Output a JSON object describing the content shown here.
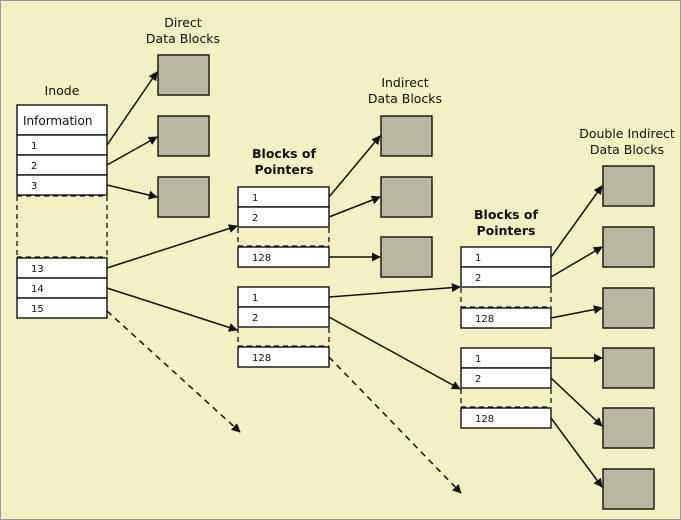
{
  "labels": {
    "direct_line1": "Direct",
    "direct_line2": "Data Blocks",
    "inode": "Inode",
    "bop1_line1": "Blocks of",
    "bop1_line2": "Pointers",
    "indirect_line1": "Indirect",
    "indirect_line2": "Data Blocks",
    "bop2_line1": "Blocks of",
    "bop2_line2": "Pointers",
    "double_line1": "Double Indirect",
    "double_line2": "Data Blocks"
  },
  "inode": {
    "information": "Information",
    "entries": [
      "1",
      "2",
      "3",
      "13",
      "14",
      "15"
    ]
  },
  "pointer_blocks": {
    "single_indirect": [
      "1",
      "2",
      "128"
    ],
    "double_level1": [
      "1",
      "2",
      "128"
    ],
    "double_level2a": [
      "1",
      "2",
      "128"
    ],
    "double_level2b": [
      "1",
      "2",
      "128"
    ]
  },
  "colors": {
    "background": "#f3f1c4",
    "data_block": "#b9b7a1",
    "cell": "#ffffff",
    "line": "#111111"
  }
}
